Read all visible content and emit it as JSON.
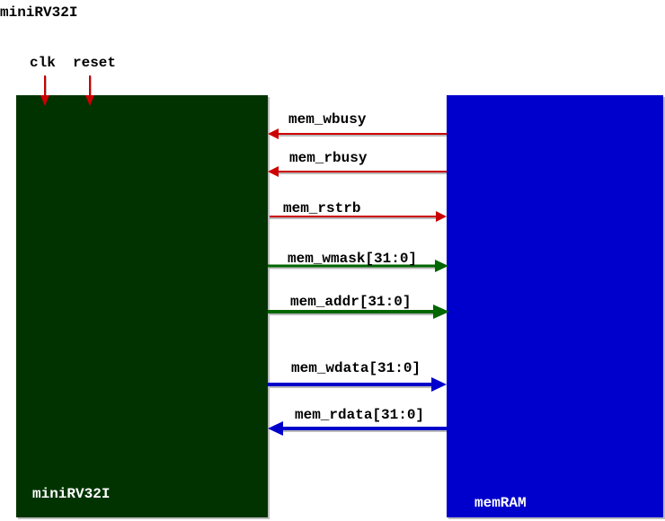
{
  "title": "miniRV32I",
  "inputs": {
    "clk": "clk",
    "reset": "reset"
  },
  "blocks": {
    "cpu": {
      "label": "miniRV32I",
      "color": "#003300"
    },
    "ram": {
      "label": "memRAM",
      "color": "#0000cc"
    }
  },
  "signals": [
    {
      "name": "mem_wbusy",
      "direction": "ram-to-cpu",
      "color": "#cc0000"
    },
    {
      "name": "mem_rbusy",
      "direction": "ram-to-cpu",
      "color": "#cc0000"
    },
    {
      "name": "mem_rstrb",
      "direction": "cpu-to-ram",
      "color": "#cc0000"
    },
    {
      "name": "mem_wmask[31:0]",
      "direction": "cpu-to-ram",
      "color": "#006600"
    },
    {
      "name": "mem_addr[31:0]",
      "direction": "cpu-to-ram",
      "color": "#006600"
    },
    {
      "name": "mem_wdata[31:0]",
      "direction": "cpu-to-ram",
      "color": "#0000cc"
    },
    {
      "name": "mem_rdata[31:0]",
      "direction": "ram-to-cpu",
      "color": "#0000cc"
    }
  ],
  "colors": {
    "control": "#cc0000",
    "address": "#006600",
    "data": "#0000cc"
  }
}
